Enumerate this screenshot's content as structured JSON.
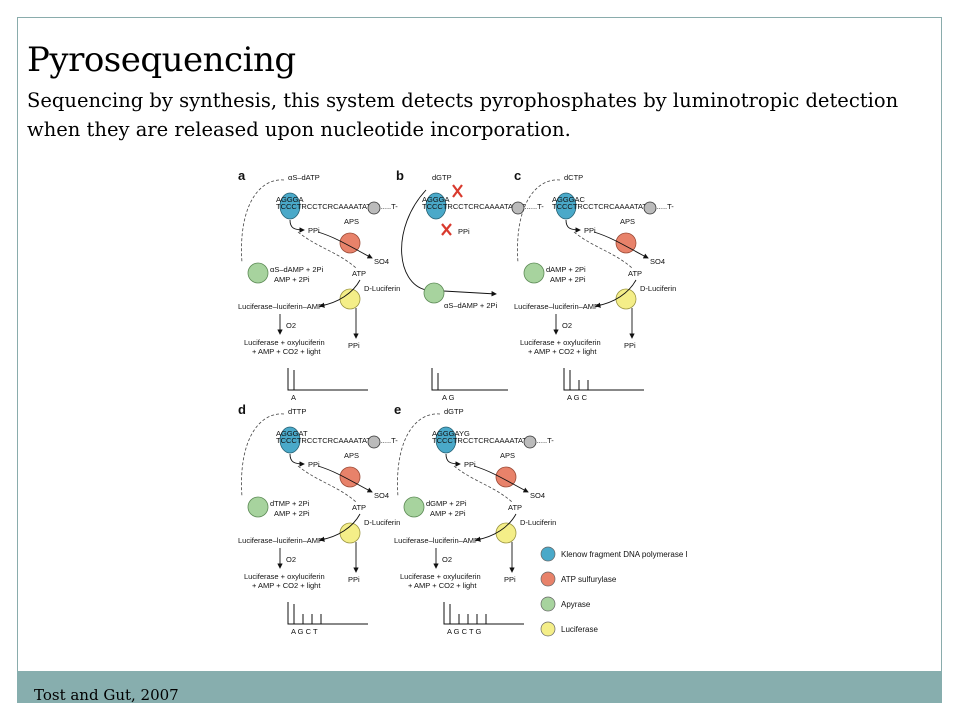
{
  "slide": {
    "title": "Pyrosequencing",
    "subtitle": "Sequencing by synthesis, this system detects pyrophosphates by luminotropic detection when they are released upon nucleotide incorporation.",
    "citation": "Tost and Gut, 2007"
  },
  "colors": {
    "frame": "#8aacac",
    "footer": "#87aeae",
    "polymerase": "#4aa9c9",
    "sulfurylase": "#e8826a",
    "apyrase": "#a7d39e",
    "luciferase": "#f4ee88",
    "reject": "#d93a2e"
  },
  "figure": {
    "template": "TCCCTRCCTCRCAAAATATAT......T-",
    "labels": {
      "aps": "APS",
      "ppi": "PPi",
      "so4": "SO4",
      "atp": "ATP",
      "luciferin": "D-Luciferin",
      "complex": "Luciferase–luciferin–AMP",
      "o2": "O2",
      "products1": "Luciferase + oxyluciferin",
      "products2": "+ AMP + CO2 + light",
      "amp2pi": "AMP + 2Pi"
    },
    "panels": [
      {
        "id": "a",
        "nucleotide": "αS–dATP",
        "primer": "AGGGA",
        "apyrase": "αS–dAMP + 2Pi",
        "peaks": "A"
      },
      {
        "id": "b",
        "nucleotide": "dGTP",
        "primer": "AGGGA",
        "apyrase": "αS–dAMP + 2Pi",
        "peaks": "A G"
      },
      {
        "id": "c",
        "nucleotide": "dCTP",
        "primer": "AGGGAC",
        "apyrase": "dAMP + 2Pi",
        "peaks": "A G C"
      },
      {
        "id": "d",
        "nucleotide": "dTTP",
        "primer": "AGGGAT",
        "apyrase": "dTMP + 2Pi",
        "peaks": "A G C T"
      },
      {
        "id": "e",
        "nucleotide": "dGTP",
        "primer": "AGGGAYG",
        "apyrase": "dGMP + 2Pi",
        "peaks": "A G C T G"
      }
    ],
    "legend": [
      {
        "label": "Klenow fragment DNA polymerase I",
        "color": "polymerase"
      },
      {
        "label": "ATP sulfurylase",
        "color": "sulfurylase"
      },
      {
        "label": "Apyrase",
        "color": "apyrase"
      },
      {
        "label": "Luciferase",
        "color": "luciferase"
      }
    ]
  }
}
